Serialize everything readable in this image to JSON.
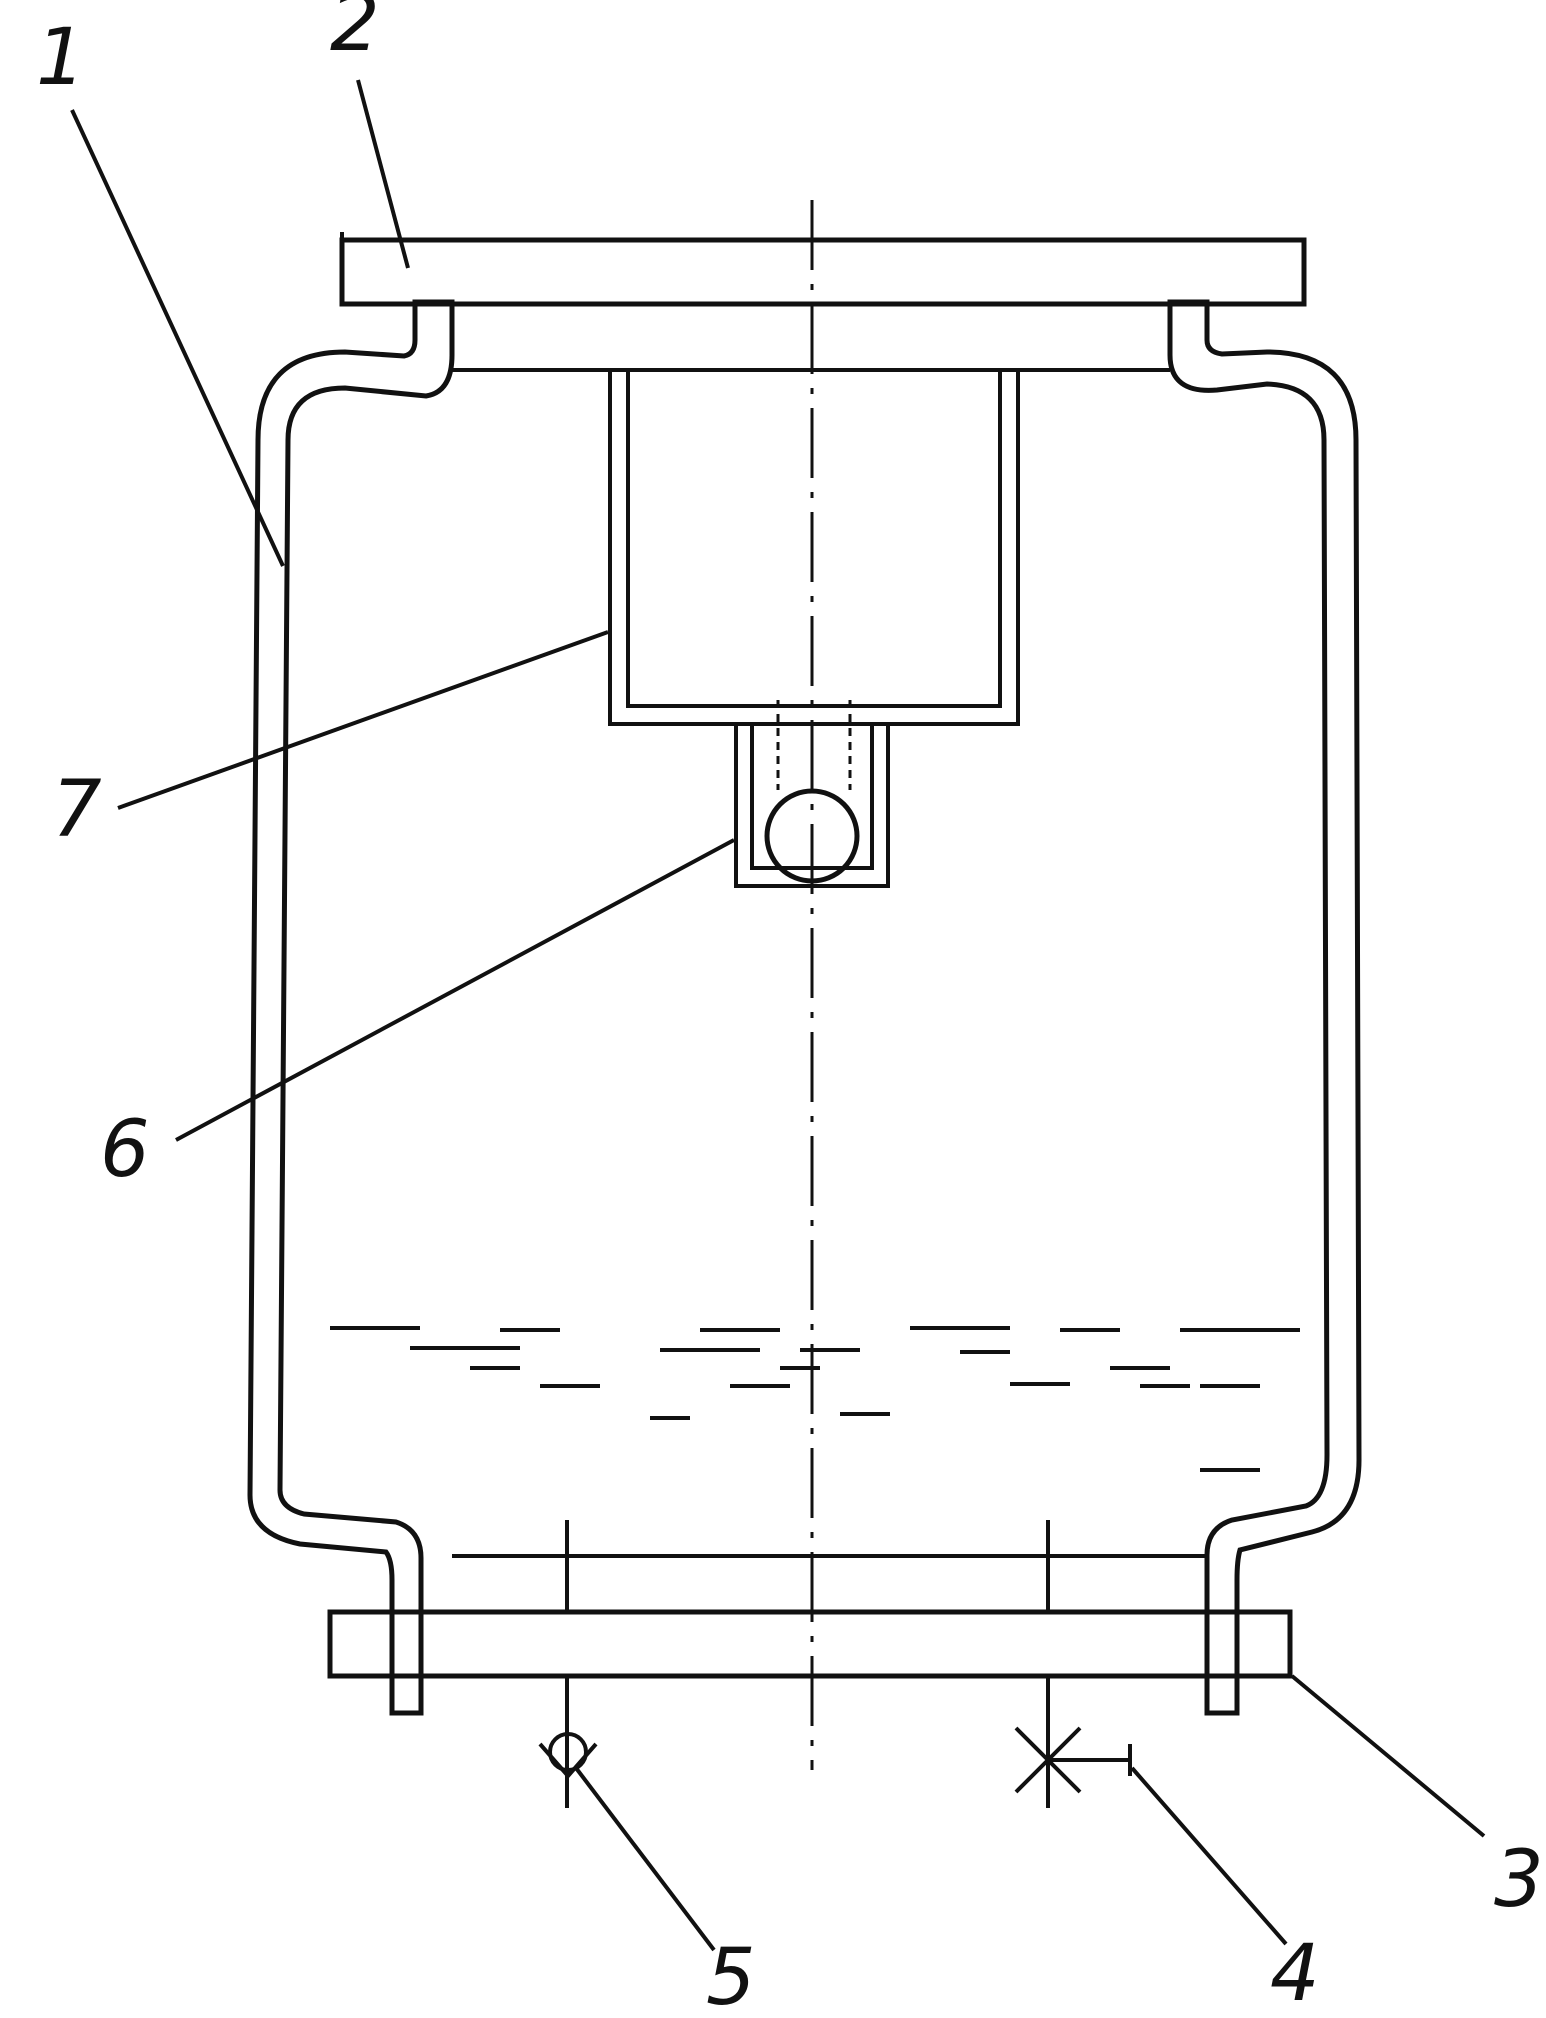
{
  "diagram": {
    "labels": {
      "part_1": "1",
      "part_2": "2",
      "part_3": "3",
      "part_4": "4",
      "part_5": "5",
      "part_6": "6",
      "part_7": "7"
    },
    "colors": {
      "ink": "#111111",
      "background": "#ffffff"
    },
    "icons": [
      "check-valve-icon",
      "stop-valve-icon",
      "ball-icon"
    ]
  }
}
